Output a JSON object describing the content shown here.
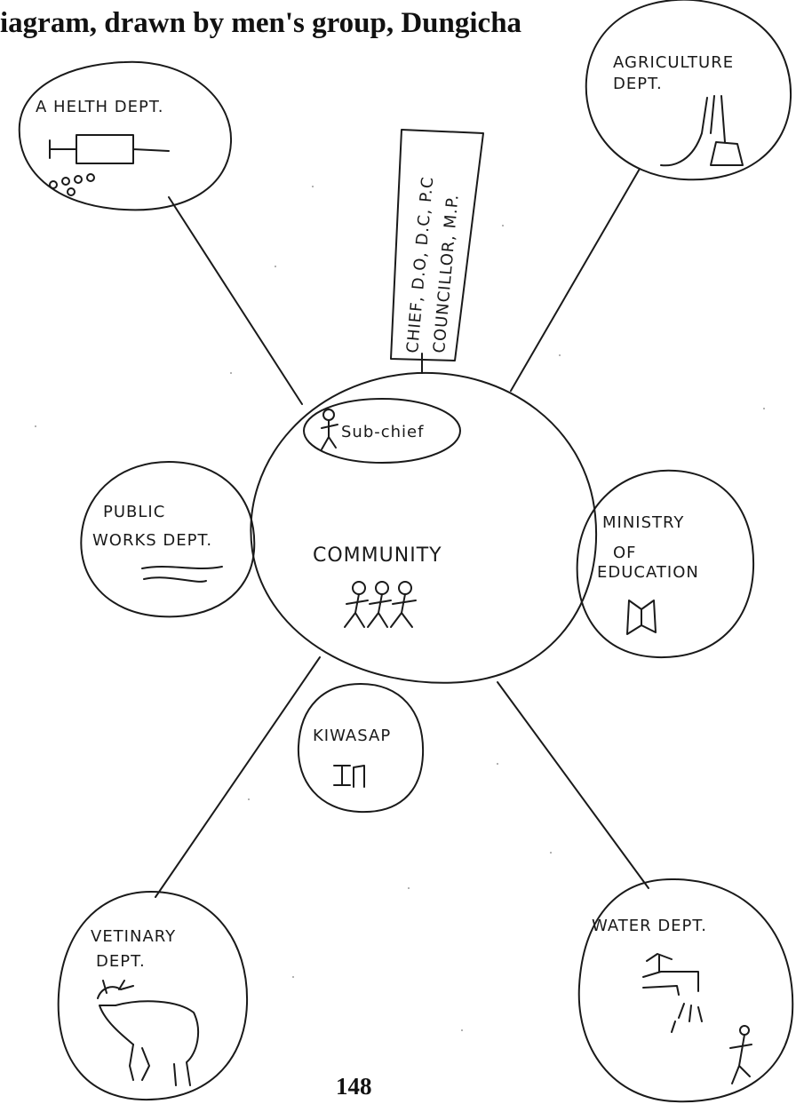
{
  "title": "iagram, drawn by men's group, Dungicha",
  "page_number": "148",
  "center": {
    "label": "COMMUNITY",
    "sub_label": "Sub-chief"
  },
  "nodes": {
    "health": {
      "line1": "A HELTH DEPT.",
      "line2": ""
    },
    "agriculture": {
      "line1": "AGRICULTURE",
      "line2": "DEPT."
    },
    "chief": {
      "line1": "CHIEF, D.O, D.C, P.C",
      "line2": "COUNCILLOR, M.P."
    },
    "public_works": {
      "line1": "PUBLIC",
      "line2": "WORKS DEPT."
    },
    "education": {
      "line1": "MINISTRY",
      "line2": "OF",
      "line3": "EDUCATION"
    },
    "kiwasap": {
      "line1": "KIWASAP"
    },
    "veterinary": {
      "line1": "VETINARY",
      "line2": "DEPT."
    },
    "water": {
      "line1": "WATER DEPT."
    }
  }
}
